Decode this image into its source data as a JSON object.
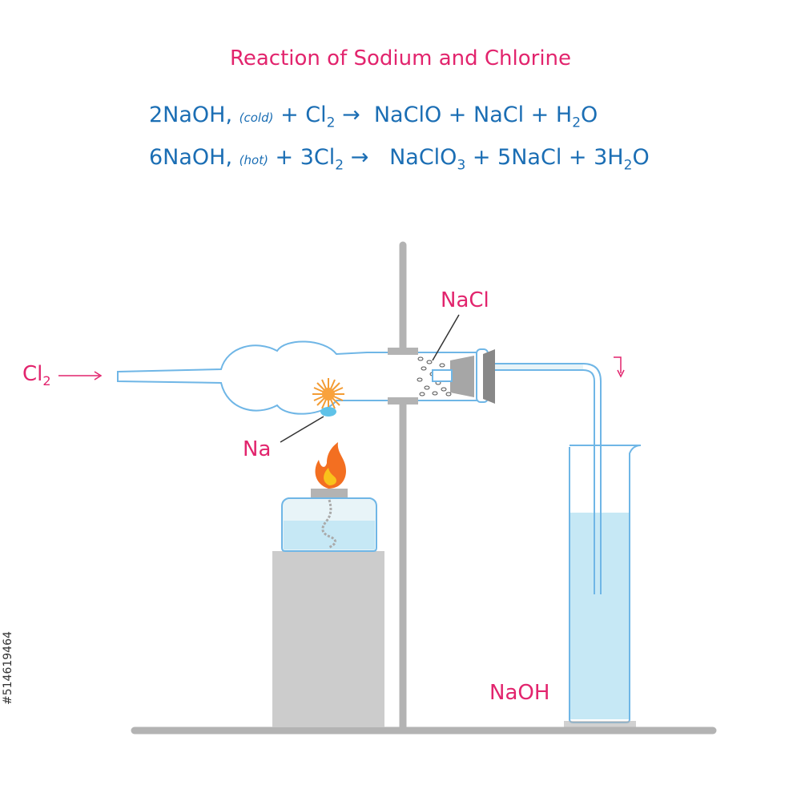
{
  "title": "Reaction of Sodium and Chlorine",
  "equations": [
    {
      "left": "2NaOH,",
      "condition": "(cold)",
      "plus_reagent": "+ Cl",
      "reagent_sub": "2",
      "arrow": "→",
      "p1": "NaClO + NaCl + H",
      "p1_sub": "2",
      "p1_tail": "O",
      "p2": "",
      "p2_sub": "",
      "p2_tail": ""
    },
    {
      "left": "6NaOH,",
      "condition": "(hot)",
      "plus_reagent": "+ 3Cl",
      "reagent_sub": "2",
      "arrow": "→",
      "p1": "NaClO",
      "p1_sub": "3",
      "p1_tail": " + 5NaCl + 3H",
      "p2_sub": "2",
      "p2_tail": "O"
    }
  ],
  "labels": {
    "cl2_main": "Cl",
    "cl2_sub": "2",
    "na": "Na",
    "nacl": "NaCl",
    "naoh": "NaOH"
  },
  "watermark_id": "#514619464",
  "colors": {
    "title": "#e2246d",
    "equation": "#1b6eb4",
    "glass": "#6fb6e6",
    "liquid": "#c6e8f5",
    "stand": "#b3b3b3",
    "block": "#cccccc"
  }
}
